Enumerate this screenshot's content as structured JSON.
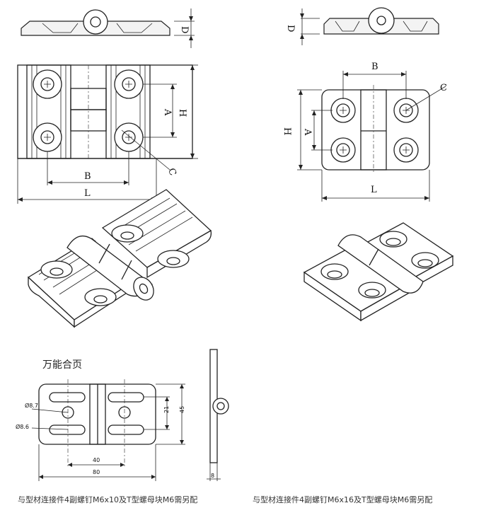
{
  "left_drawing": {
    "dim_labels": {
      "D": "D",
      "A": "A",
      "H": "H",
      "B": "B",
      "L": "L",
      "C": "C"
    }
  },
  "right_drawing": {
    "dim_labels": {
      "D": "D",
      "A": "A",
      "H": "H",
      "B": "B",
      "L": "L",
      "C": "C"
    }
  },
  "bottom_drawing": {
    "title": "万能合页",
    "dims": {
      "hole_a": "Ø8.7",
      "hole_b": "Ø8.6",
      "spacing": "40",
      "width": "80",
      "hole_pitch": "21",
      "height": "45",
      "thickness": "8"
    }
  },
  "captions": {
    "left": "与型材连接件4副螺钉M6x10及T型螺母块M6需另配",
    "right": "与型材连接件4副螺钉M6x16及T型螺母块M6需另配"
  }
}
